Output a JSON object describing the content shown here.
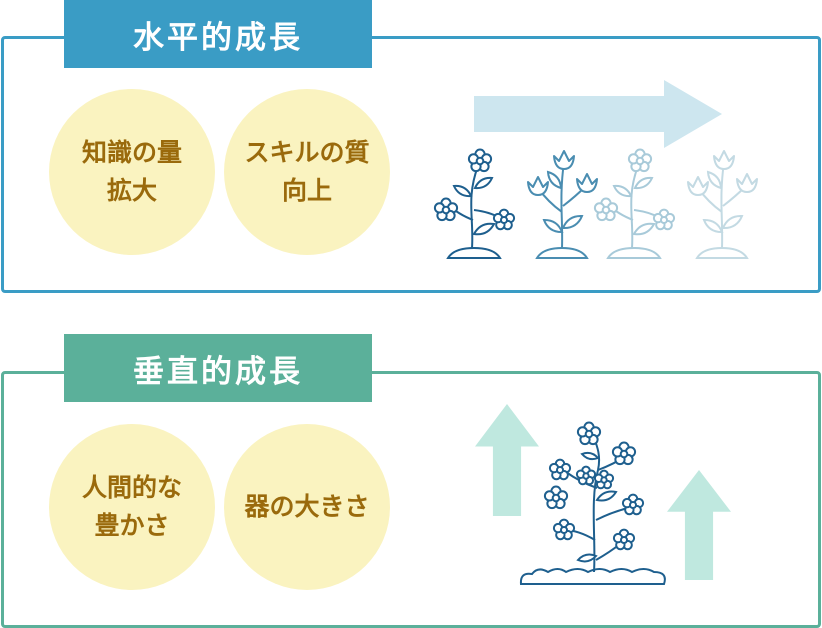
{
  "horizontal": {
    "title": "水平的成長",
    "circles": [
      {
        "line1": "知識の量",
        "line2": "拡大"
      },
      {
        "line1": "スキルの質",
        "line2": "向上"
      }
    ],
    "arrow_color": "#cde6ef",
    "plant_colors": [
      "#1e5f8e",
      "#4a8db1",
      "#a8cad9",
      "#c3dae3"
    ]
  },
  "vertical": {
    "title": "垂直的成長",
    "circles": [
      {
        "line1": "人間的な",
        "line2": "豊かさ"
      },
      {
        "line1": "器の大きさ",
        "line2": ""
      }
    ],
    "arrow_color": "#bfe8df",
    "plant_color": "#1e5f8e"
  },
  "colors": {
    "horizontal_accent": "#3a9cc5",
    "vertical_accent": "#5bb09a",
    "circle_fill": "#faf3c0",
    "circle_text": "#9a6a0c"
  }
}
